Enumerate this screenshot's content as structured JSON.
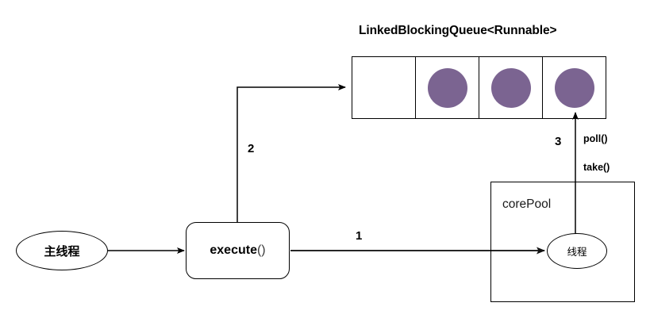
{
  "diagram": {
    "title": "LinkedBlockingQueue<Runnable>",
    "queue": {
      "label": "LinkedBlockingQueue<Runnable>",
      "cells": [
        {
          "name": "cell-1",
          "filled": false
        },
        {
          "name": "cell-2",
          "filled": true
        },
        {
          "name": "cell-3",
          "filled": true
        },
        {
          "name": "cell-4",
          "filled": true
        }
      ],
      "task_color": "#7B6491"
    },
    "main_thread": {
      "label": "主线程"
    },
    "execute": {
      "name": "execute",
      "parens": "()"
    },
    "core_pool": {
      "label": "corePool",
      "worker": {
        "label": "线程"
      }
    },
    "steps": {
      "one": "1",
      "two": "2",
      "three": "3"
    },
    "methods": {
      "poll": "poll()",
      "take": "take()"
    },
    "colors": {
      "stroke": "#000000",
      "task_fill": "#7B6491",
      "arrow_gray": "#4d4d4d",
      "background": "#ffffff"
    }
  }
}
